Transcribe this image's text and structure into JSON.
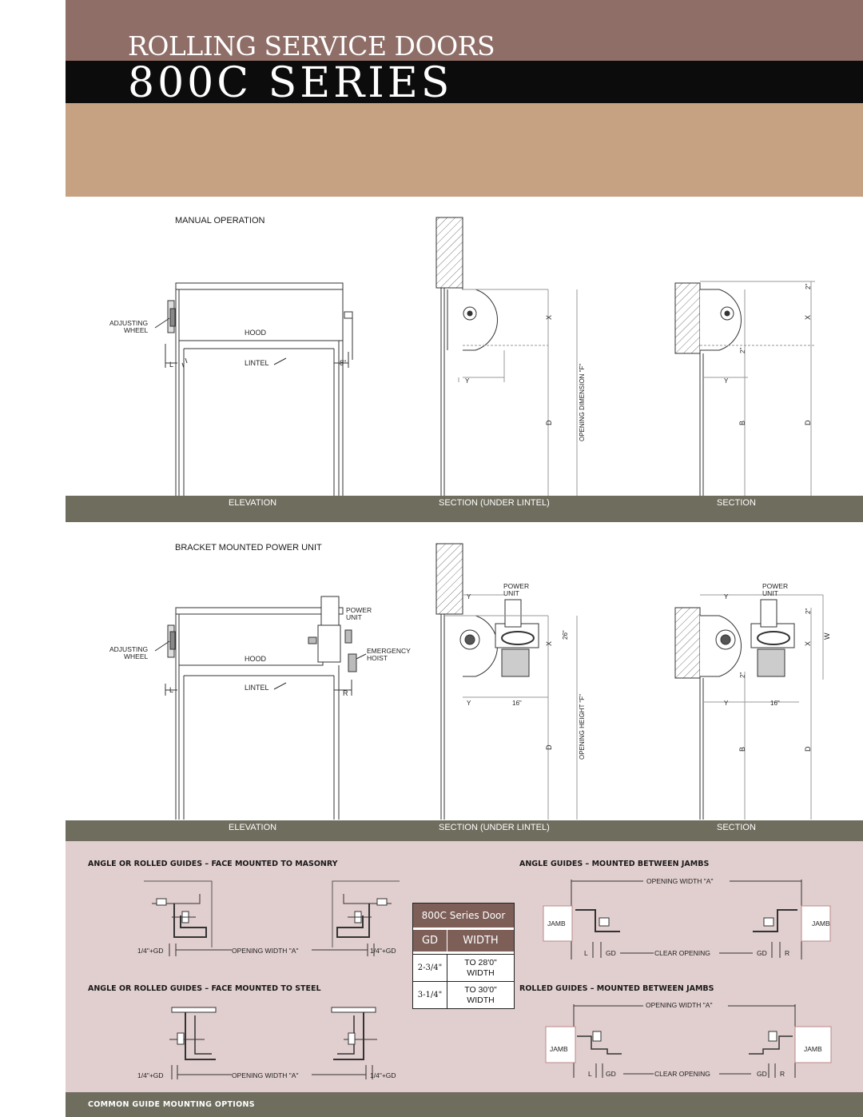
{
  "header": {
    "title_line1": "ROLLING SERVICE DOORS",
    "title_line2": "800C SERIES"
  },
  "manual": {
    "caption": "MANUAL OPERATION",
    "labels": {
      "adjusting": "ADJUSTING",
      "wheel": "WHEEL",
      "hood": "HOOD",
      "lintel": "LINTEL",
      "l": "L",
      "eight": "8\"",
      "x": "X",
      "y": "Y",
      "d": "D",
      "b": "B",
      "two": "2\"",
      "opening_dimension": "OPENING DIMENSION \"F\""
    },
    "bar": {
      "elevation": "ELEVATION",
      "section_under_lintel": "SECTION (UNDER LINTEL)",
      "section": "SECTION"
    }
  },
  "bracket": {
    "caption": "BRACKET MOUNTED POWER UNIT",
    "labels": {
      "power": "POWER",
      "unit": "UNIT",
      "emergency": "EMERGENCY",
      "hoist": "HOIST",
      "r": "R",
      "sixteen": "16\"",
      "twentysix": "26\"",
      "w": "W",
      "opening_height": "OPENING HEIGHT \"F\""
    },
    "bar": {
      "elevation": "ELEVATION",
      "section_under_lintel": "SECTION (UNDER LINTEL)",
      "section": "SECTION"
    }
  },
  "guides": {
    "heading_masonry": "ANGLE OR ROLLED GUIDES – FACE MOUNTED TO MASONRY",
    "heading_steel": "ANGLE OR ROLLED GUIDES – FACE MOUNTED TO STEEL",
    "heading_angle_jambs": "ANGLE GUIDES – MOUNTED BETWEEN JAMBS",
    "heading_rolled_jambs": "ROLLED GUIDES – MOUNTED BETWEEN JAMBS",
    "quarter_gd": "1/4\"+GD",
    "opening_width": "OPENING WIDTH \"A\"",
    "jamb": "JAMB",
    "l": "L",
    "gd": "GD",
    "r": "R",
    "clear_opening": "CLEAR OPENING",
    "footer": "COMMON GUIDE MOUNTING OPTIONS"
  },
  "spec_table": {
    "title": "800C Series Door",
    "col_gd": "GD",
    "col_width": "WIDTH",
    "rows": [
      {
        "gd": "2-3/4\"",
        "width1": "TO 28'0\"",
        "width2": "WIDTH"
      },
      {
        "gd": "3-1/4\"",
        "width1": "TO 30'0\"",
        "width2": "WIDTH"
      }
    ]
  },
  "colors": {
    "top_band": "#8f6e67",
    "title_band": "#0c0c0c",
    "tan_band": "#c6a283",
    "caption_bar": "#6f6d5e",
    "guides_panel": "#e1cece",
    "table_header": "#7d5f58"
  }
}
